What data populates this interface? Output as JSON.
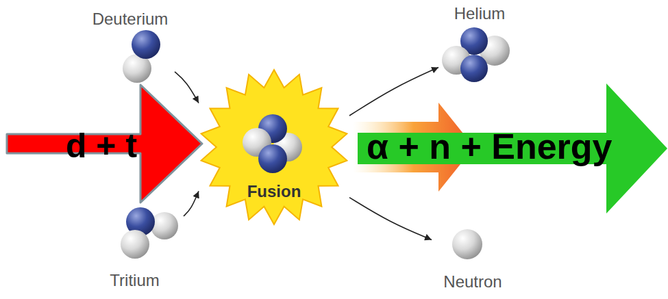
{
  "diagram": {
    "nodes": [
      {
        "text": [
          "Deuterium"
        ]
      },
      {
        "text": [
          "d + t"
        ]
      },
      {
        "text": [
          "Tritium"
        ]
      },
      {
        "text": [
          "Fusion"
        ]
      },
      {
        "text": [
          "Helium"
        ]
      },
      {
        "text": [
          "α + n + Energy"
        ]
      },
      {
        "text": [
          "Neutron"
        ]
      }
    ],
    "edges": [
      {
        "from": 0,
        "to": 3,
        "arrow": "to"
      },
      {
        "from": 2,
        "to": 3,
        "arrow": "to"
      },
      {
        "from": 3,
        "to": 4,
        "arrow": "to"
      },
      {
        "from": 3,
        "to": 6,
        "arrow": "to"
      }
    ]
  }
}
